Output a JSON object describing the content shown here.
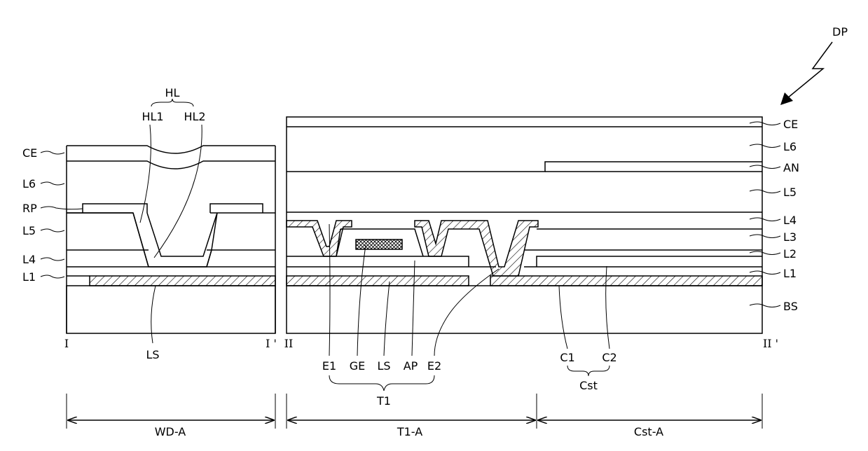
{
  "figure_label": "DP",
  "left_panel": {
    "group_label": "HL",
    "sub_labels": [
      "HL1",
      "HL2"
    ],
    "layer_labels": [
      "CE",
      "L6",
      "RP",
      "L5",
      "L4",
      "L1"
    ],
    "bottom_label": "LS",
    "section_start": "I",
    "section_end": "I '"
  },
  "right_panel": {
    "layer_labels": [
      "CE",
      "L6",
      "AN",
      "L5",
      "L4",
      "L3",
      "L2",
      "L1",
      "BS"
    ],
    "section_start": "II",
    "section_end": "II '",
    "t1_parts": [
      "E1",
      "GE",
      "LS",
      "AP",
      "E2"
    ],
    "t1_label": "T1",
    "cst_parts": [
      "C1",
      "C2"
    ],
    "cst_label": "Cst"
  },
  "regions": [
    "WD-A",
    "T1-A",
    "Cst-A"
  ]
}
